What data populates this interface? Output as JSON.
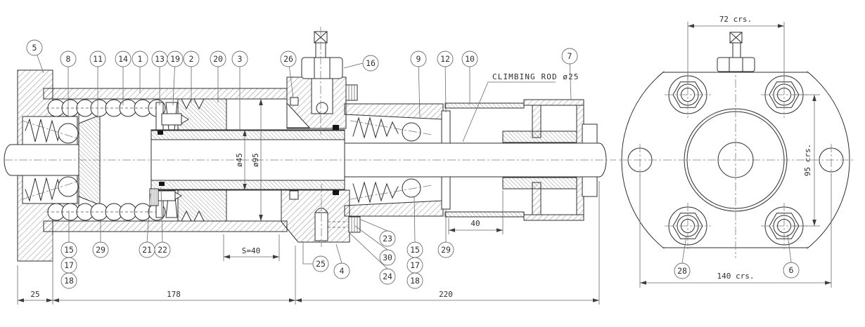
{
  "style": {
    "background": "#ffffff",
    "ink": "#2d2d2d",
    "thin_line": "#6a6a6a",
    "hatch": "#474747"
  },
  "labels": {
    "climbing_rod_note": "CLIMBING ROD ø25"
  },
  "balloons": [
    "5",
    "8",
    "11",
    "14",
    "1",
    "13",
    "19",
    "2",
    "20",
    "3",
    "26",
    "16",
    "9",
    "12",
    "10",
    "7",
    "15",
    "17",
    "18",
    "29",
    "21",
    "22",
    "25",
    "4",
    "24",
    "30",
    "23",
    "15",
    "17",
    "18",
    "29",
    "28",
    "6"
  ],
  "dimensions": {
    "left_offset": "25",
    "body_length": "178",
    "rod_side_length": "220",
    "stroke": "S=40",
    "collar_gap": "40",
    "ram_diameter": "ø45",
    "bore_diameter": "ø95",
    "bolt_centres_horizontal": "72 crs.",
    "bolt_centres_vertical": "95 crs.",
    "hole_centres": "140 crs."
  }
}
